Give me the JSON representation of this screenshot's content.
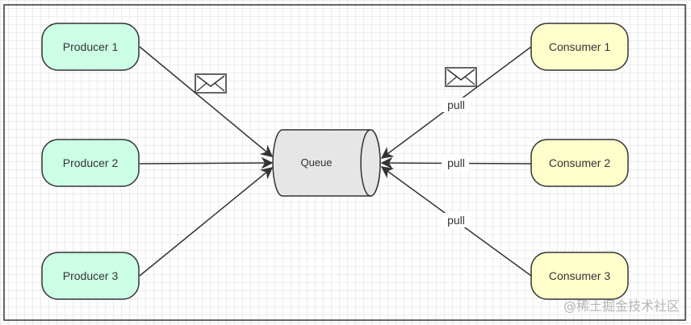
{
  "producers": [
    {
      "label": "Producer 1"
    },
    {
      "label": "Producer 2"
    },
    {
      "label": "Producer 3"
    }
  ],
  "consumers": [
    {
      "label": "Consumer 1"
    },
    {
      "label": "Consumer 2"
    },
    {
      "label": "Consumer 3"
    }
  ],
  "queue": {
    "label": "Queue"
  },
  "edges": {
    "pull_label_1": "pull",
    "pull_label_2": "pull",
    "pull_label_3": "pull"
  },
  "watermark": "@稀土掘金技术社区",
  "colors": {
    "producer_fill": "#ccffe6",
    "consumer_fill": "#ffffcc",
    "queue_fill": "#e6e6e6",
    "stroke": "#333333"
  },
  "icons": {
    "message": "envelope-icon"
  }
}
